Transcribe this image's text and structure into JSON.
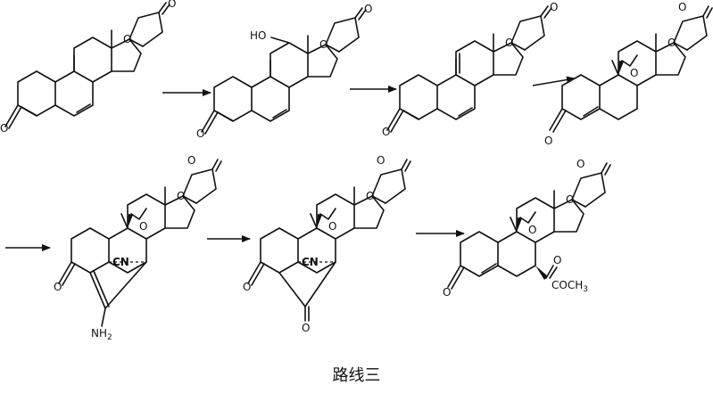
{
  "caption": "路线三",
  "atoms": {
    "O": "O",
    "HO": "HO",
    "CN": "CN",
    "NH2": "NH",
    "NH2_sub": "2",
    "COCH3": "COCH",
    "COCH3_sub": "3"
  }
}
